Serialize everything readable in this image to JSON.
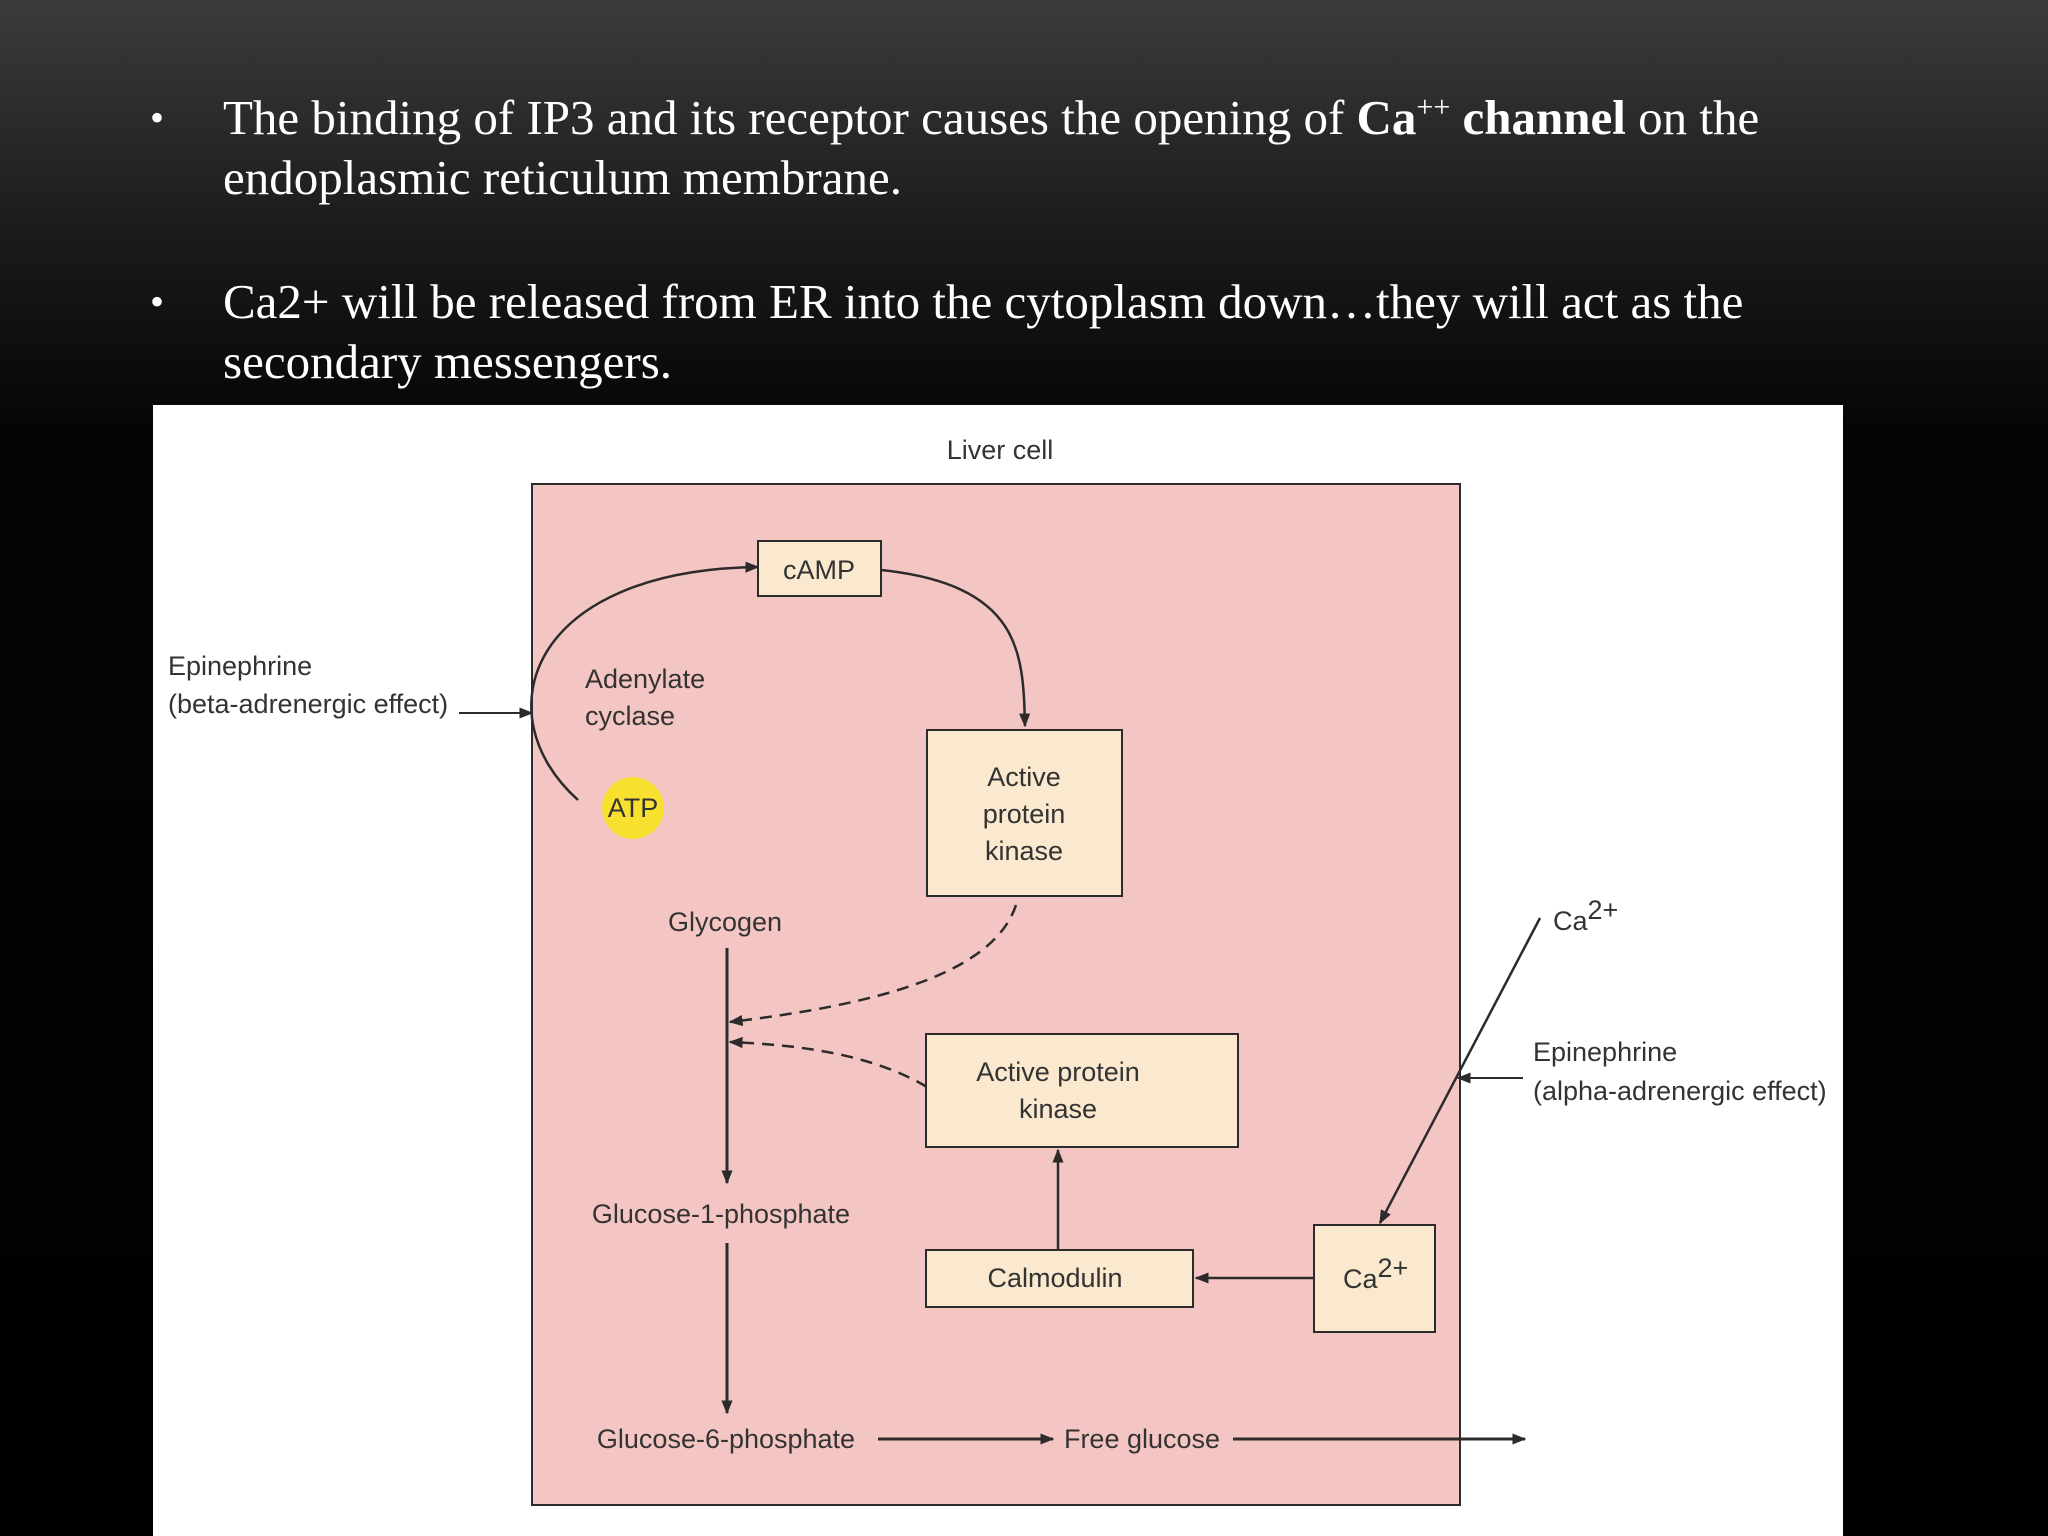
{
  "slide": {
    "bullets": [
      {
        "symbol": "•",
        "pre": "The binding of IP3 and its receptor causes the  opening of ",
        "bold1": "Ca",
        "sup": "++",
        "bold2": " channel",
        "post": " on the endoplasmic reticulum membrane."
      },
      {
        "symbol": "•",
        "text": "Ca2+ will be released from ER into the cytoplasm down…they will act as the secondary messengers."
      }
    ]
  },
  "diagram": {
    "cell_label": "Liver cell",
    "epi_beta_line1": "Epinephrine",
    "epi_beta_line2": "(beta-adrenergic effect)",
    "adenylate_line1": "Adenylate",
    "adenylate_line2": "cyclase",
    "camp": "cAMP",
    "atp": "ATP",
    "pk1_line1": "Active",
    "pk1_line2": "protein",
    "pk1_line3": "kinase",
    "glycogen": "Glycogen",
    "pk2_line1": "Active protein",
    "pk2_line2": "kinase",
    "g1p": "Glucose-1-phosphate",
    "calmodulin": "Calmodulin",
    "ca_inside": "Ca",
    "ca_inside_sup": "2+",
    "g6p": "Glucose-6-phosphate",
    "free_glucose": "Free glucose",
    "ca_outside": "Ca",
    "ca_outside_sup": "2+",
    "epi_alpha_line1": "Epinephrine",
    "epi_alpha_line2": "(alpha-adrenergic effect)",
    "colors": {
      "cell_fill": "#f4c6c3",
      "box_fill": "#fae9ce",
      "atp_fill": "#f8e12e",
      "line": "#2b2b2b"
    }
  }
}
